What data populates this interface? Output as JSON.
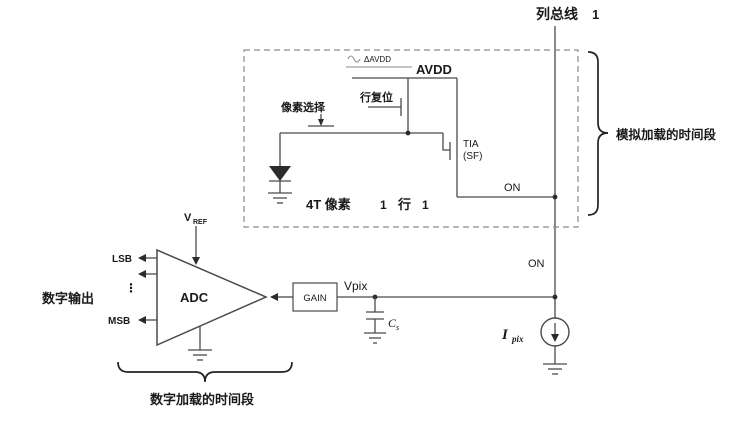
{
  "labels": {
    "column_bus": "列总线",
    "column_bus_num": "1",
    "delta_avdd": "ΔAVDD",
    "avdd": "AVDD",
    "row_reset": "行复位",
    "pixel_select": "像素选择",
    "tia": "TIA",
    "sf": "(SF)",
    "pixel_caption": "4T 像素",
    "caption_num1": "1",
    "caption_row": "行",
    "caption_num2": "1",
    "on_top": "ON",
    "on_bus": "ON",
    "analog_period": "模拟加载的时间段",
    "digital_period": "数字加载的时间段",
    "digital_output": "数字输出",
    "adc": "ADC",
    "vref_v": "V",
    "vref_sub": "REF",
    "lsb": "LSB",
    "dots": "⋮",
    "msb": "MSB",
    "gain": "GAIN",
    "vpix": "Vpix",
    "cap_c": "C",
    "cap_sub": "s",
    "ipix_i": "I",
    "ipix_sub": "pix"
  },
  "colors": {
    "wire": "#4a4a4a",
    "text": "#1a1a1a",
    "dash_box": "#8a8a8a",
    "background": "#ffffff"
  }
}
